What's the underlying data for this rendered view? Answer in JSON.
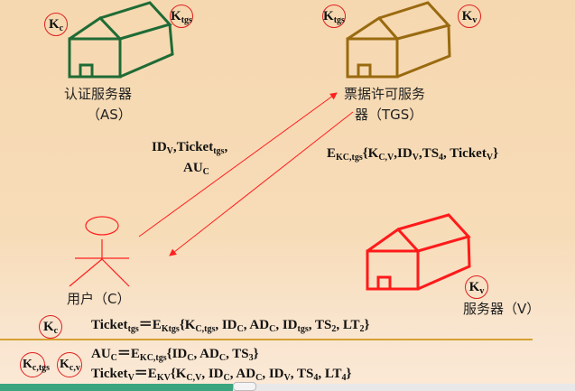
{
  "colors": {
    "as_house": "#1f6b35",
    "tgs_house": "#9a6a10",
    "server_house": "#ff1a1a",
    "arrow": "#ff2020",
    "key_circle": "#e02020"
  },
  "as": {
    "name": "认证服务器",
    "code": "（AS）",
    "keys": [
      {
        "base": "K",
        "sub": "c"
      },
      {
        "base": "K",
        "sub": "tgs"
      }
    ]
  },
  "tgs": {
    "name_line1": "票据许可服务",
    "name_line2": "器（TGS）",
    "keys": [
      {
        "base": "K",
        "sub": "tgs"
      },
      {
        "base": "K",
        "sub": "v"
      }
    ]
  },
  "client": {
    "label": "用户（C）",
    "key": {
      "base": "K",
      "sub": "c"
    }
  },
  "server": {
    "label": "服务器（V）",
    "key": {
      "base": "K",
      "sub": "v"
    }
  },
  "messages": {
    "to_tgs": {
      "l1a": "ID",
      "l1a_sub": "V",
      "l1b": ",Ticket",
      "l1b_sub": "tgs",
      "l1c": ",",
      "l2": "AU",
      "l2_sub": "C"
    },
    "from_tgs": {
      "e": "E",
      "e_sub": "KC,tgs",
      "a": "{K",
      "a_sub": "C,V",
      "b": ",ID",
      "b_sub": "V",
      "c": ",TS",
      "c_sub": "4",
      "d": ", Ticket",
      "d_sub": "V",
      "end": "}"
    }
  },
  "formulas": {
    "ticket_tgs": {
      "a": "Ticket",
      "a_sub": "tgs",
      "b": "＝E",
      "b_sub": "Ktgs",
      "c": "{K",
      "c_sub": "C,tgs",
      "d": ", ID",
      "d_sub": "C",
      "e": ", AD",
      "e_sub": "C",
      "f": ", ID",
      "f_sub": "tgs",
      "g": ", TS",
      "g_sub": "2",
      "h": ", LT",
      "h_sub": "2",
      "end": "}"
    },
    "au_c": {
      "a": "AU",
      "a_sub": "C",
      "b": "＝E",
      "b_sub": "KC,tgs",
      "c": "{ID",
      "c_sub": "C",
      "d": ", AD",
      "d_sub": "C",
      "e": ", TS",
      "e_sub": "3",
      "end": "}"
    },
    "ticket_v": {
      "a": "Ticket",
      "a_sub": "V",
      "b": "＝E",
      "b_sub": "KV",
      "c": "{K",
      "c_sub": "C,V",
      "d": ", ID",
      "d_sub": "C",
      "e": ", AD",
      "e_sub": "C",
      "f": ", ID",
      "f_sub": "V",
      "g": ", TS",
      "g_sub": "4",
      "h": ", LT",
      "h_sub": "4",
      "end": "}"
    },
    "keys": [
      {
        "base": "K",
        "sub": "c,tgs"
      },
      {
        "base": "K",
        "sub": "c,v"
      }
    ]
  }
}
